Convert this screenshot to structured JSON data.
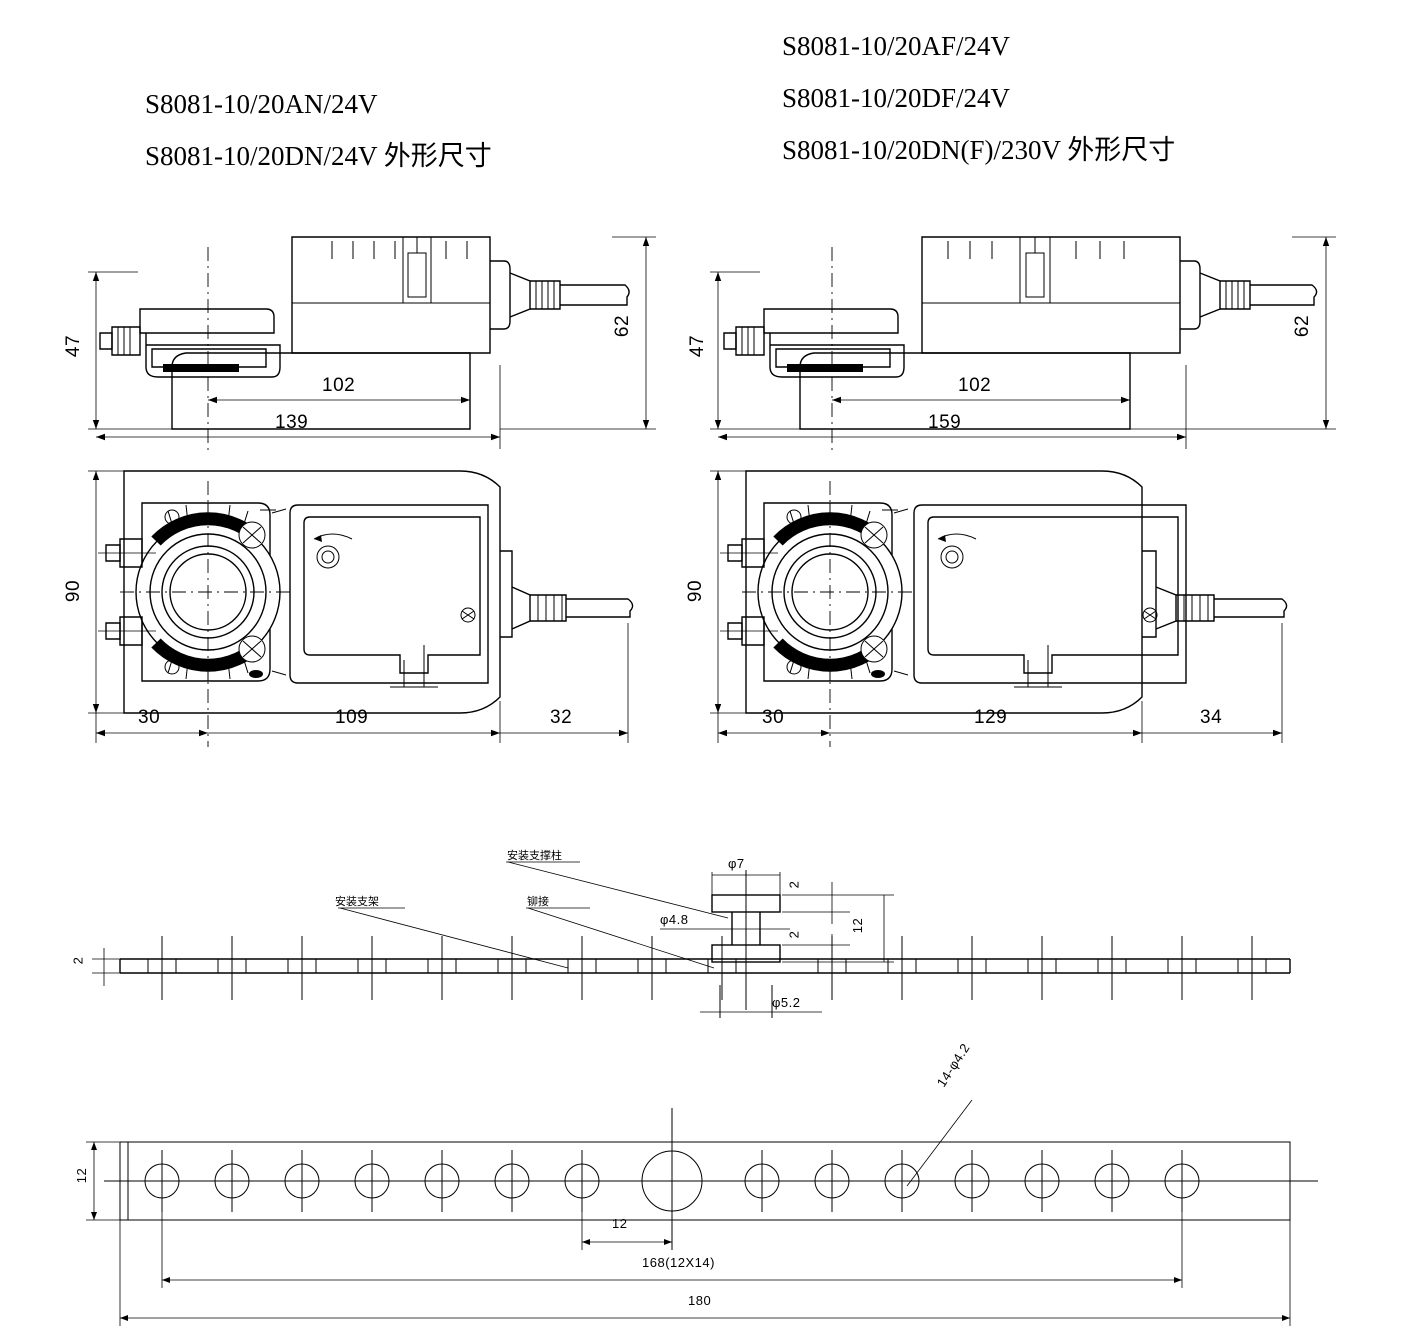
{
  "sheet": {
    "kind": "engineering-dimension-drawing",
    "line_color": "#000000",
    "background": "#ffffff"
  },
  "title_left": {
    "lines": [
      "S8081-10/20AN/24V",
      "S8081-10/20DN/24V 外形尺寸"
    ]
  },
  "title_right": {
    "lines": [
      "S8081-10/20AF/24V",
      "S8081-10/20DF/24V",
      "S8081-10/20DN(F)/230V 外形尺寸"
    ]
  },
  "views": {
    "left_side": {
      "name": "S8081-10/20AN-DN side elevation",
      "dims": {
        "height_left": "47",
        "height_right": "62",
        "inner_length": "102",
        "overall_length": "139"
      }
    },
    "left_plan": {
      "name": "S8081-10/20AN-DN plan view",
      "dims": {
        "width": "90",
        "hub_offset": "30",
        "body_length": "109",
        "cable_length": "32"
      }
    },
    "right_side": {
      "name": "S8081-10/20AF-DF-DN(F) side elevation",
      "dims": {
        "height_left": "47",
        "height_right": "62",
        "inner_length": "102",
        "overall_length": "159"
      }
    },
    "right_plan": {
      "name": "S8081-10/20AF-DF-DN(F) plan view",
      "dims": {
        "width": "90",
        "hub_offset": "30",
        "body_length": "129",
        "cable_length": "34"
      }
    },
    "bracket_elevation": {
      "name": "mounting bracket elevation with support post",
      "labels": {
        "bracket": "安装支架",
        "rivet": "铆接",
        "post": "安装支撑柱"
      },
      "dims": {
        "post_head_dia": "φ7",
        "post_shaft_dia": "φ4.8",
        "post_base_dia": "φ5.2",
        "head_thickness": "2",
        "base_thickness": "2",
        "post_height": "12",
        "strip_thickness": "2"
      }
    },
    "bracket_plan": {
      "name": "mounting bracket plan view",
      "dims": {
        "strip_width": "12",
        "hole_pitch": "12",
        "hole_span": "168(12X14)",
        "overall_length": "180",
        "hole_callout": "14-φ4.2"
      },
      "hole_count": 15,
      "center_hole_index": 8
    }
  }
}
